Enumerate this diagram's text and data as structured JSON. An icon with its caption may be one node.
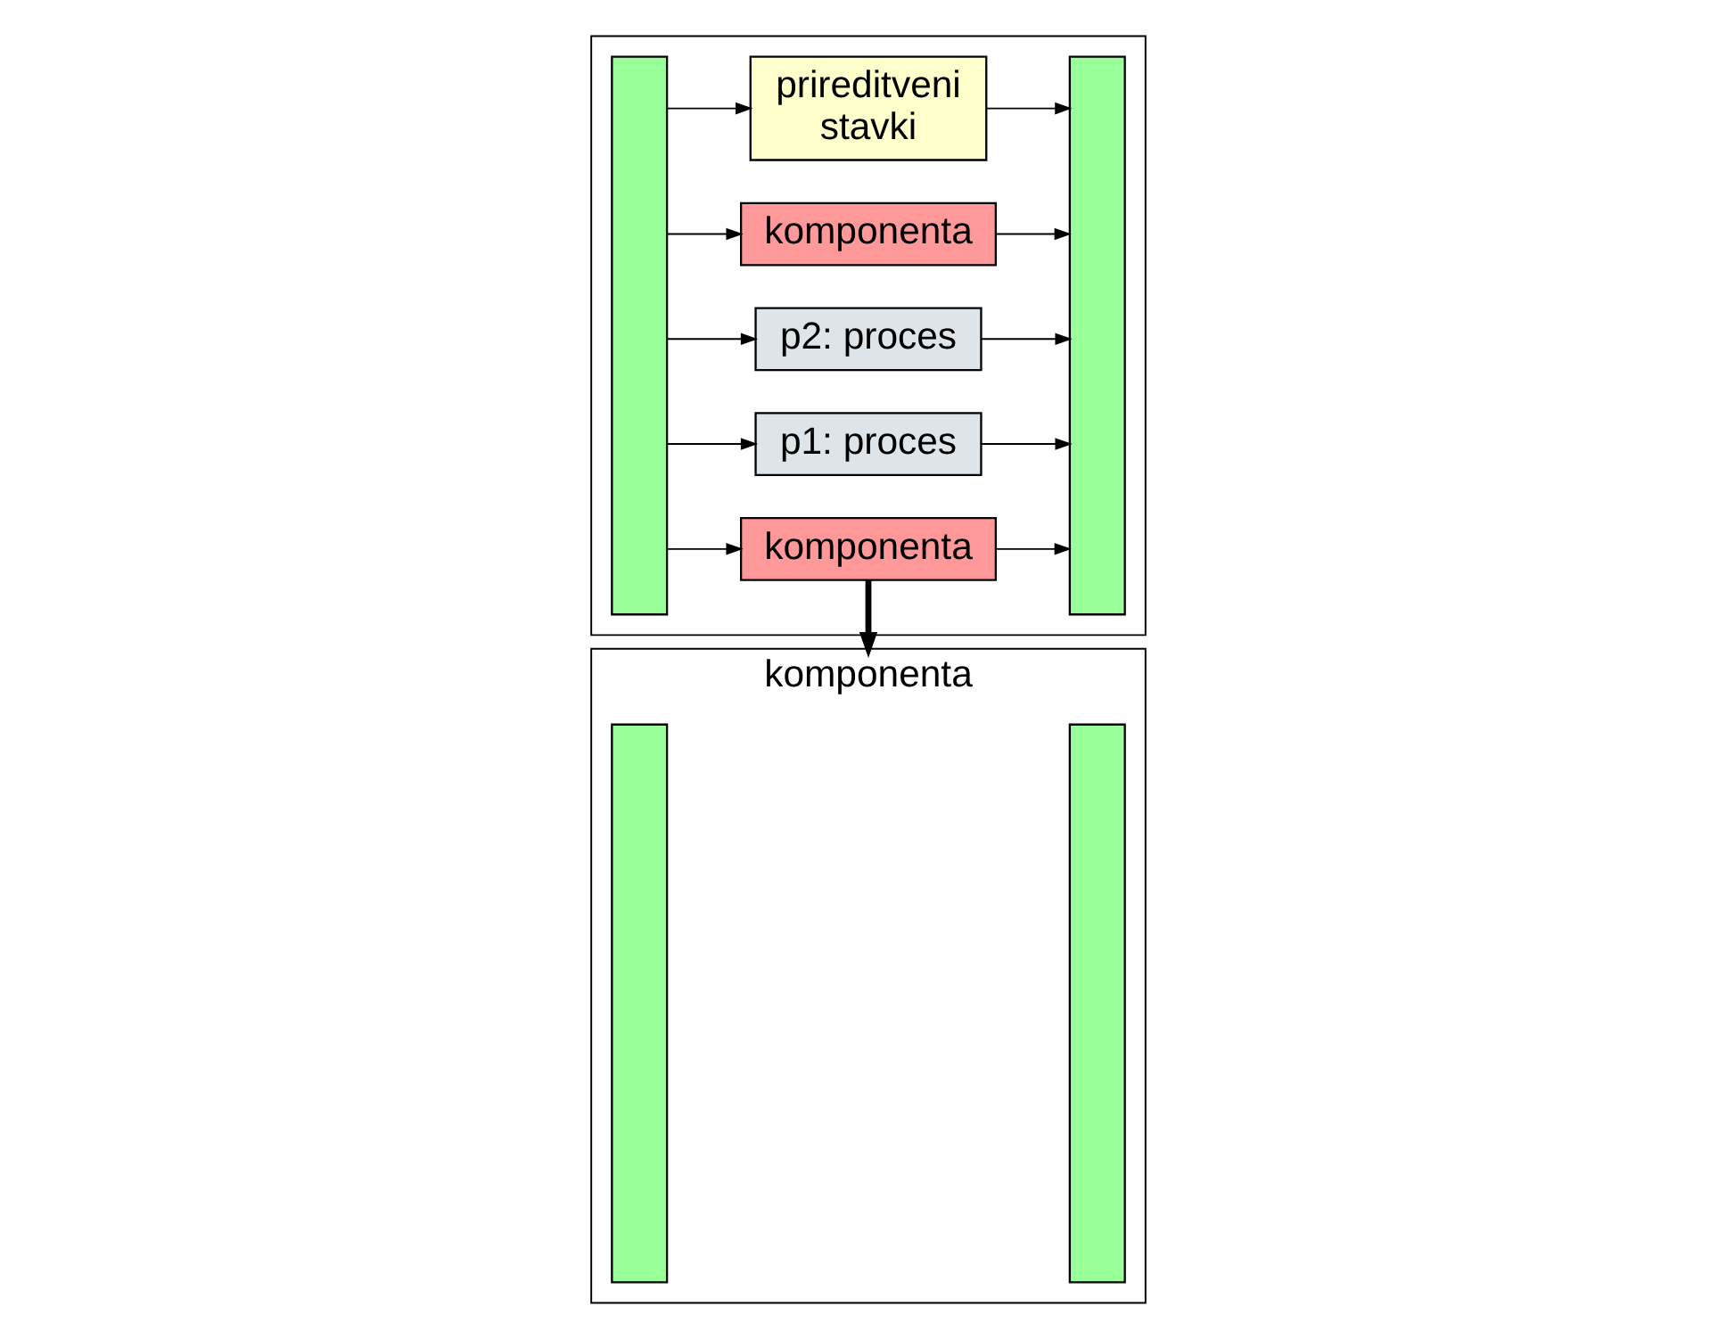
{
  "diagram": {
    "nodes": [
      {
        "text": [],
        "shape": "box"
      },
      {
        "text": [],
        "shape": "bar",
        "in": 0
      },
      {
        "text": [
          "prireditveni stavki"
        ],
        "in": 0
      },
      {
        "text": [
          "p1: proces"
        ],
        "in": 0
      },
      {
        "text": [
          "p2: proces"
        ],
        "in": 0
      },
      {
        "text": [
          "komponenta"
        ],
        "in": 0
      },
      {
        "text": [
          "komponenta"
        ],
        "in": 0
      },
      {
        "text": [],
        "shape": "bar",
        "in": 0
      },
      {
        "text": [
          "komponenta"
        ]
      },
      {
        "text": [],
        "shape": "bar",
        "in": 8
      },
      {
        "text": [],
        "shape": "bar",
        "in": 8
      }
    ],
    "edges": [
      {
        "from": 1,
        "to": 2,
        "arrow": "to"
      },
      {
        "from": 1,
        "to": 3,
        "arrow": "to"
      },
      {
        "from": 1,
        "to": 4,
        "arrow": "to"
      },
      {
        "from": 1,
        "to": 5,
        "arrow": "to"
      },
      {
        "from": 1,
        "to": 6,
        "arrow": "to"
      },
      {
        "from": 2,
        "to": 7,
        "arrow": "to"
      },
      {
        "from": 3,
        "to": 7,
        "arrow": "to"
      },
      {
        "from": 4,
        "to": 7,
        "arrow": "to"
      },
      {
        "from": 5,
        "to": 7,
        "arrow": "to"
      },
      {
        "from": 6,
        "to": 7,
        "arrow": "to"
      },
      {
        "from": 6,
        "to": 8,
        "arrow": "to",
        "style": "thick"
      }
    ]
  }
}
